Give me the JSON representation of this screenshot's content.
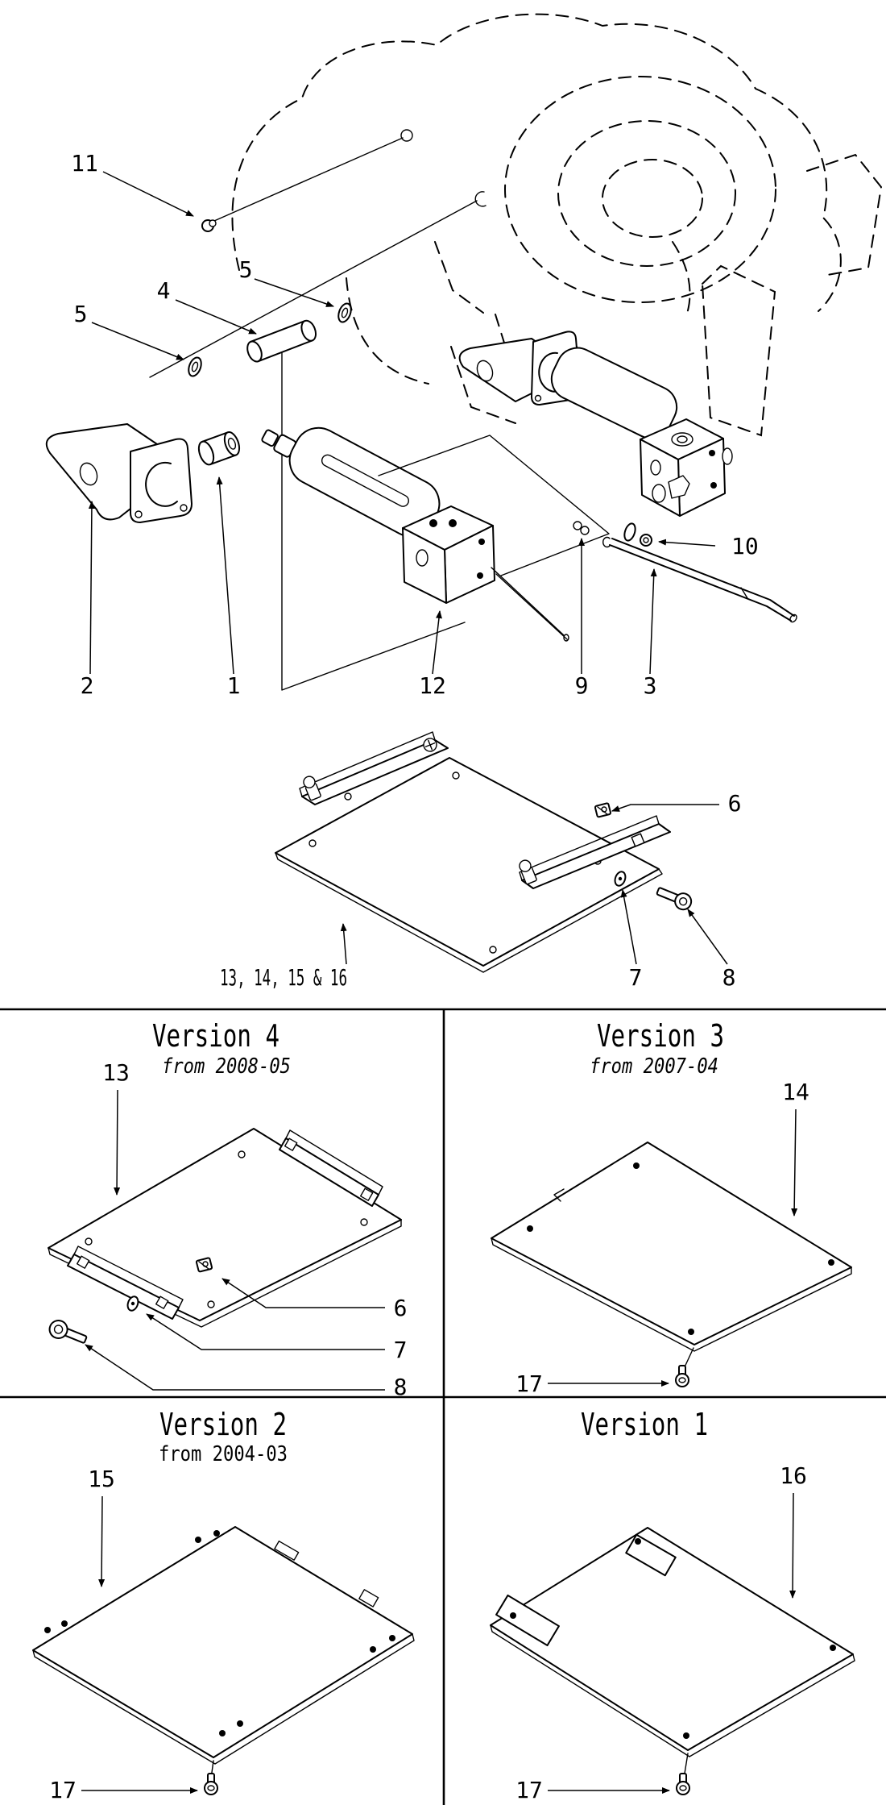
{
  "document": {
    "type": "exploded-parts-diagram",
    "background": "#ffffff",
    "line_color": "#000000"
  },
  "main_view": {
    "callouts": {
      "n11": "11",
      "n5a": "5",
      "n4": "4",
      "n5b": "5",
      "n2": "2",
      "n1": "1",
      "n12": "12",
      "n9": "9",
      "n3": "3",
      "n10": "10",
      "n6": "6",
      "n7": "7",
      "n8": "8",
      "plate_group": "13, 14, 15 & 16"
    }
  },
  "panels": {
    "v4": {
      "title": "Version 4",
      "subtitle": "from 2008-05",
      "n13": "13",
      "n6": "6",
      "n7": "7",
      "n8": "8"
    },
    "v3": {
      "title": "Version 3",
      "subtitle": "from 2007-04",
      "n14": "14",
      "n17": "17"
    },
    "v2": {
      "title": "Version 2",
      "subtitle": "from 2004-03",
      "n15": "15",
      "n17": "17"
    },
    "v1": {
      "title": "Version 1",
      "n16": "16",
      "n17": "17"
    }
  }
}
